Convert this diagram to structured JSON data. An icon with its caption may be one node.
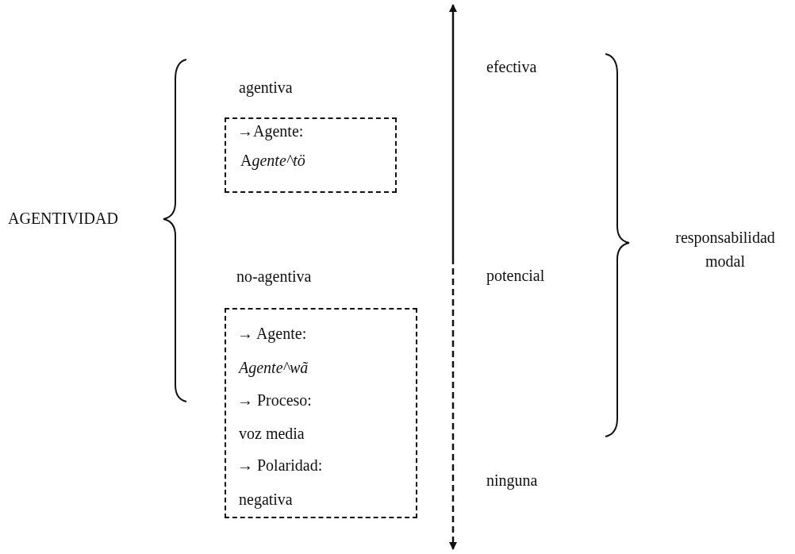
{
  "diagram": {
    "nodes": [
      {
        "text": [
          "→Agente:",
          "Agente^tö"
        ]
      },
      {
        "text": [
          "→ Agente:",
          "Agente^wã",
          "→ Proceso:",
          "voz media",
          "→ Polaridad:",
          "negativa"
        ]
      }
    ],
    "labels": [
      "AGENTIVIDAD",
      "agentiva",
      "efectiva",
      "responsabilidad modal",
      "no-agentiva",
      "potencial",
      "ninguna"
    ]
  }
}
